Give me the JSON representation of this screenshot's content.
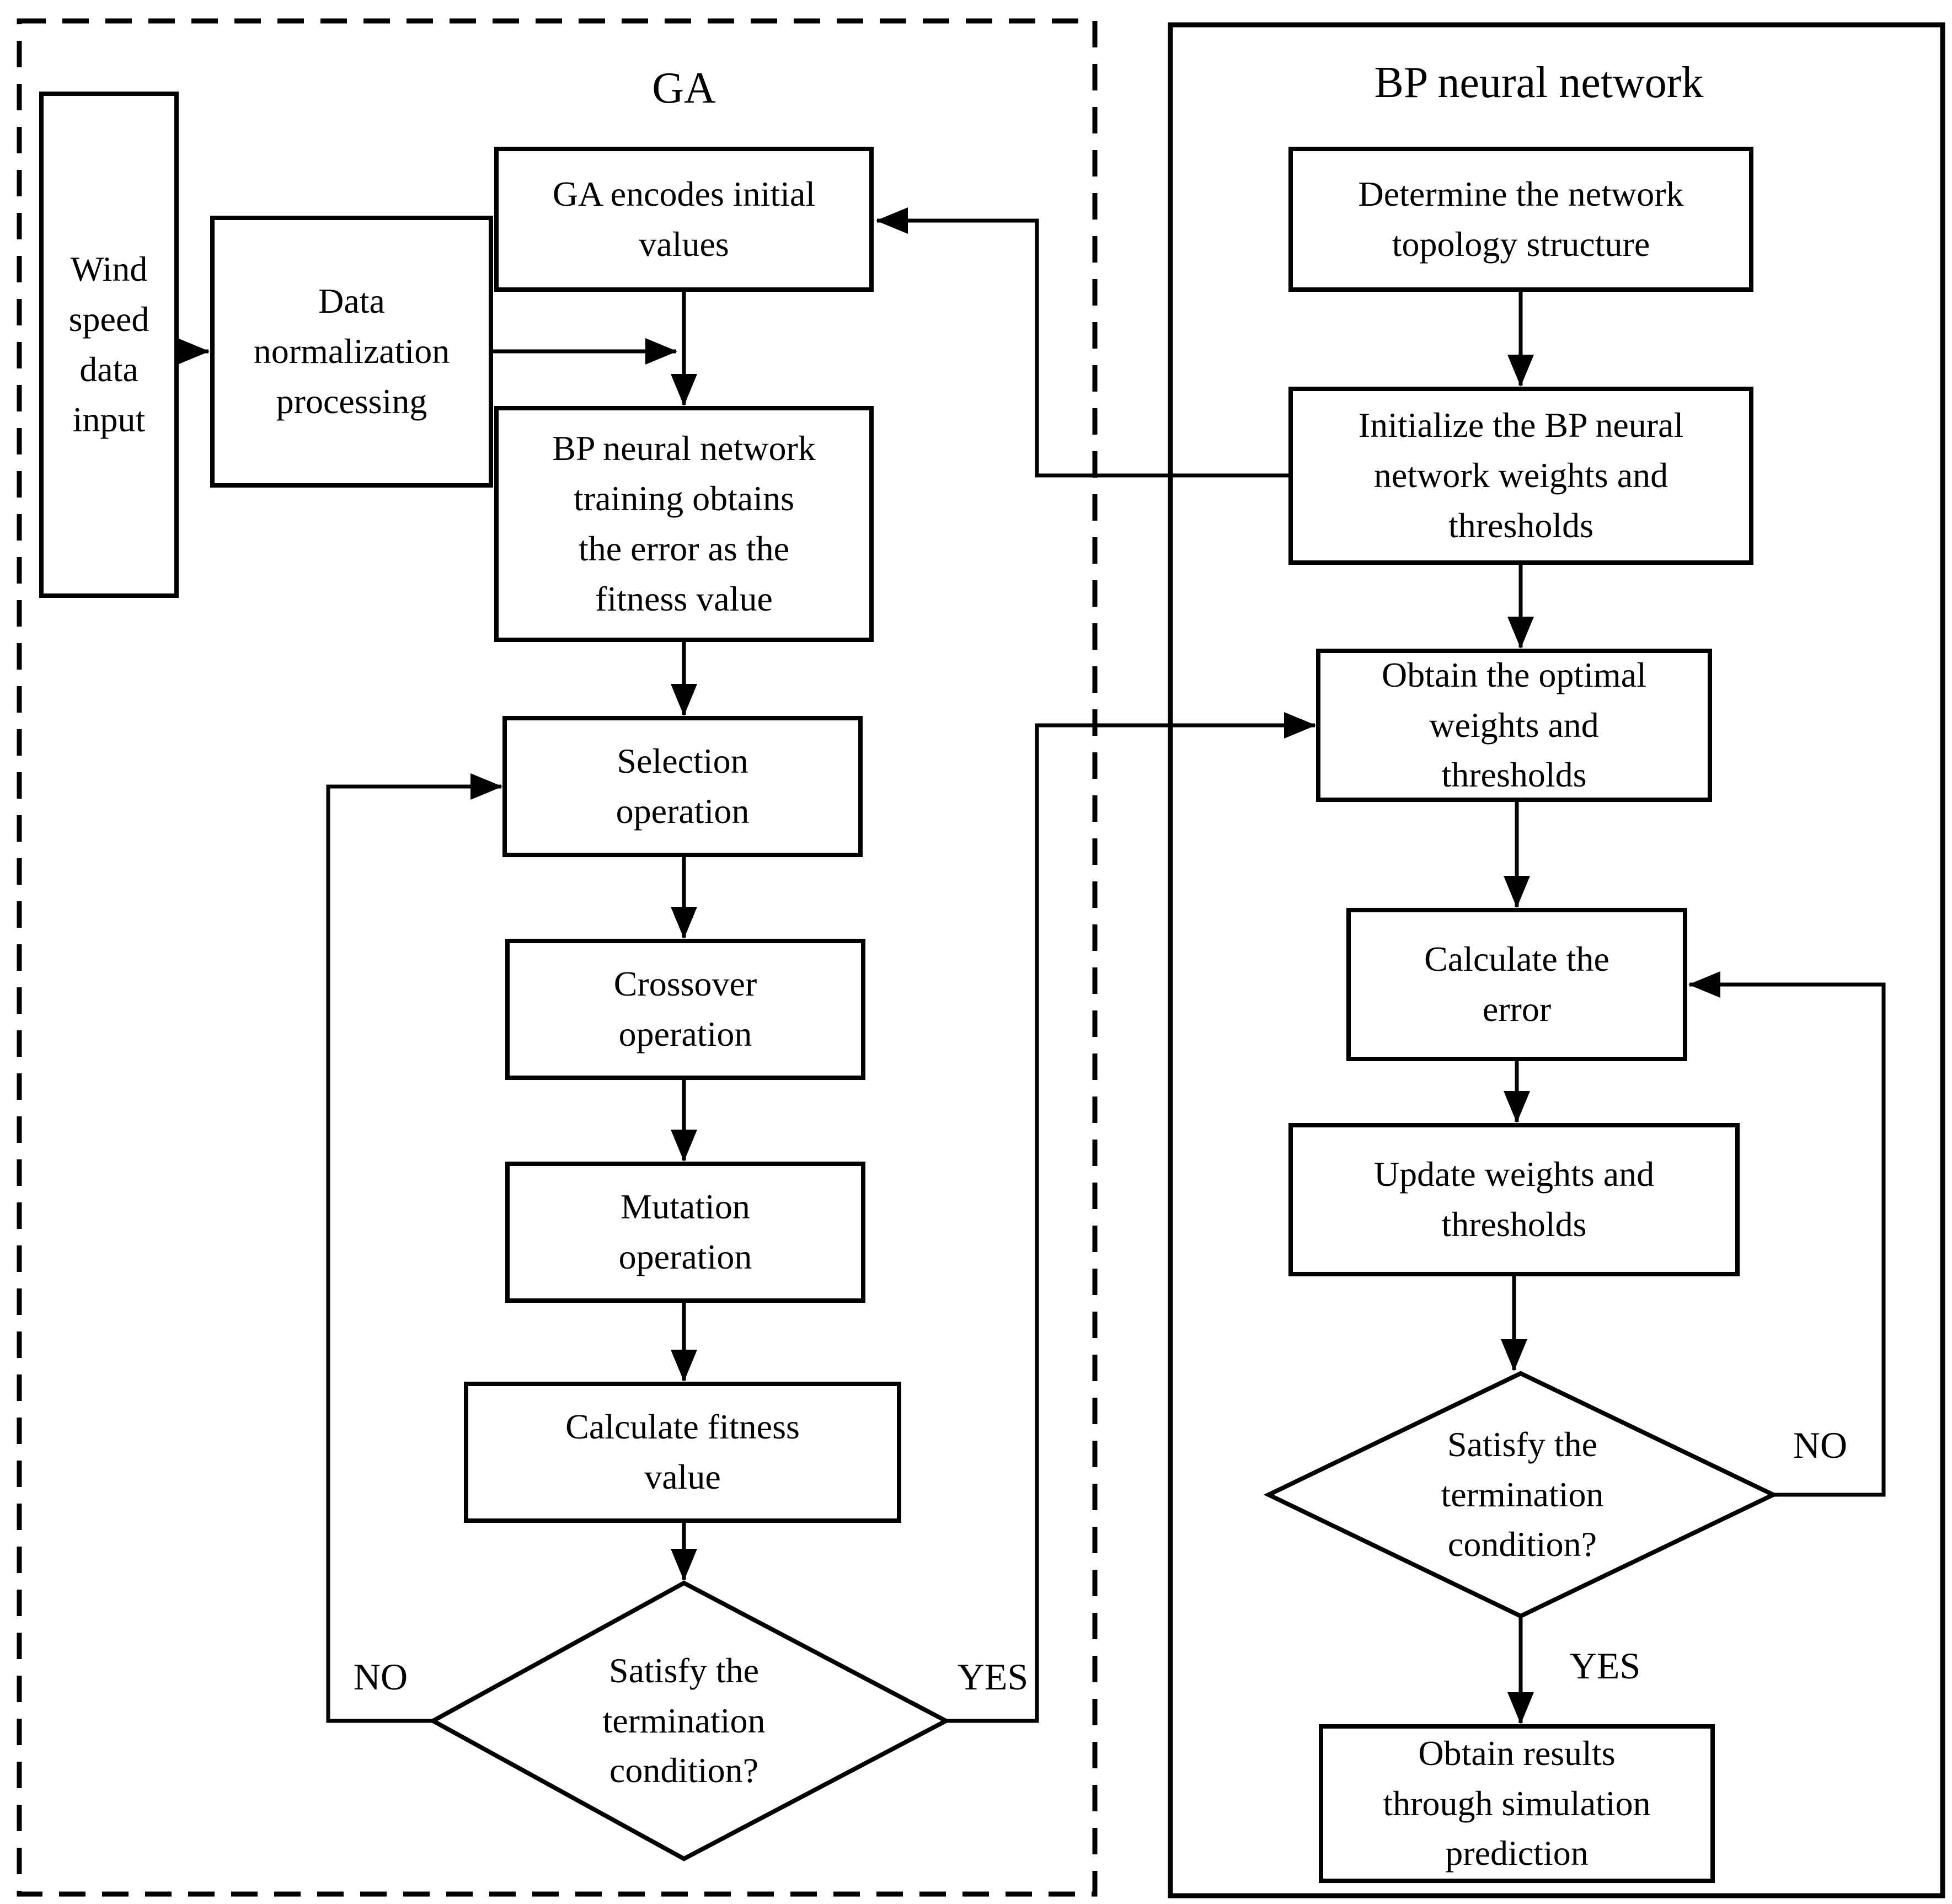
{
  "colors": {
    "ink": "#000000",
    "paper": "#ffffff"
  },
  "ga": {
    "title": "GA",
    "wind_input": "Wind\nspeed\ndata\ninput",
    "data_norm": "Data\nnormalization\nprocessing",
    "encode": "GA encodes initial\nvalues",
    "training": "BP neural network\ntraining obtains\nthe error as the\nfitness value",
    "selection": "Selection\noperation",
    "crossover": "Crossover\noperation",
    "mutation": "Mutation\noperation",
    "fitness": "Calculate fitness\nvalue",
    "termination": "Satisfy the\ntermination\ncondition?",
    "no": "NO",
    "yes": "YES"
  },
  "bp": {
    "title": "BP neural network",
    "topology": "Determine the network\ntopology structure",
    "initialize": "Initialize the BP neural\nnetwork weights and\nthresholds",
    "optimal": "Obtain the optimal\nweights and\nthresholds",
    "calc_error": "Calculate the\nerror",
    "update": "Update weights and\nthresholds",
    "termination": "Satisfy the\ntermination\ncondition?",
    "results": "Obtain results\nthrough simulation\nprediction",
    "no": "NO",
    "yes": "YES"
  }
}
